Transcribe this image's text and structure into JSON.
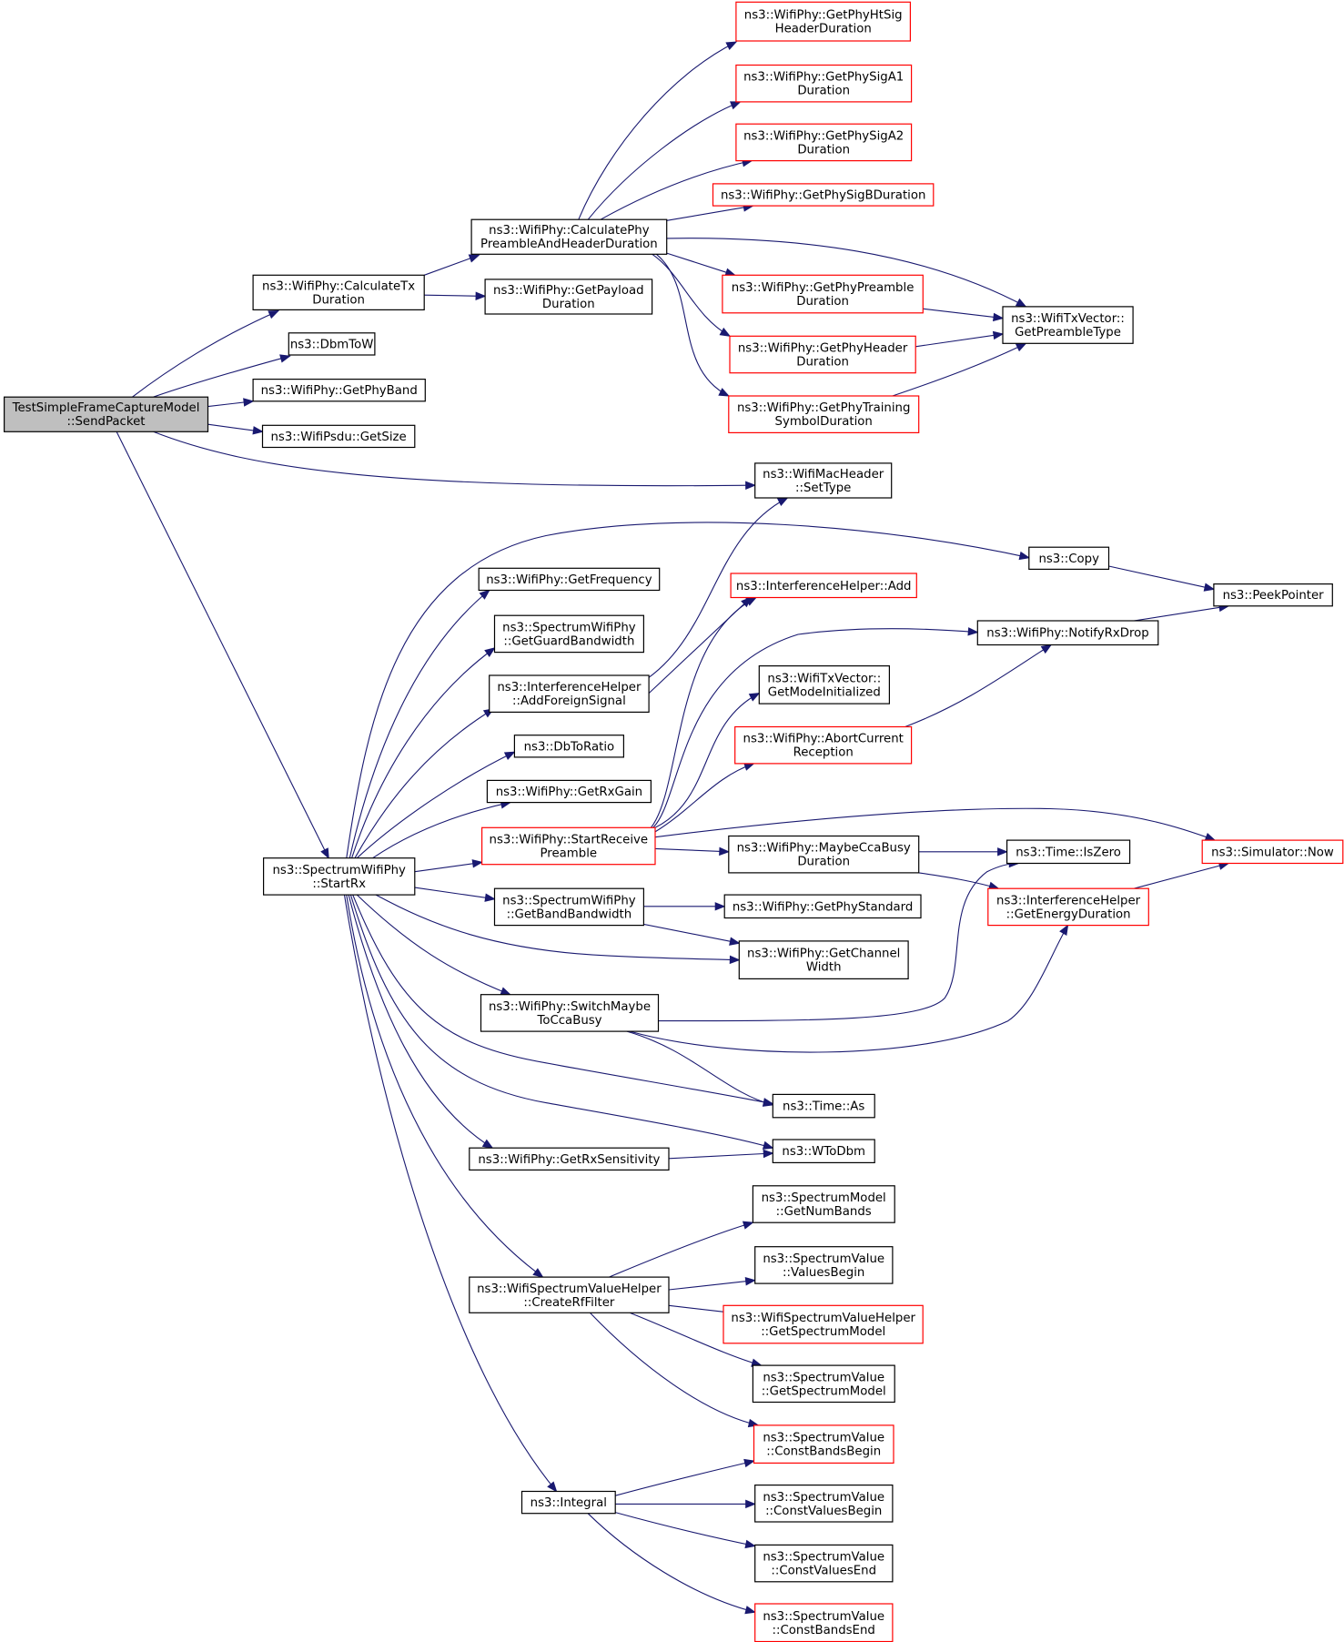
{
  "diagram": {
    "type": "call-graph",
    "nodes": [
      {
        "id": "root",
        "lines": [
          "TestSimpleFrameCaptureModel",
          "::SendPacket"
        ],
        "style": "root"
      },
      {
        "id": "calcTx",
        "lines": [
          "ns3::WifiPhy::CalculateTx",
          "Duration"
        ],
        "style": "normal"
      },
      {
        "id": "dbmToW",
        "lines": [
          "ns3::DbmToW"
        ],
        "style": "normal"
      },
      {
        "id": "getPhyBand",
        "lines": [
          "ns3::WifiPhy::GetPhyBand"
        ],
        "style": "normal"
      },
      {
        "id": "psduGetSize",
        "lines": [
          "ns3::WifiPsdu::GetSize"
        ],
        "style": "normal"
      },
      {
        "id": "startRx",
        "lines": [
          "ns3::SpectrumWifiPhy",
          "::StartRx"
        ],
        "style": "normal"
      },
      {
        "id": "calcPreamble",
        "lines": [
          "ns3::WifiPhy::CalculatePhy",
          "PreambleAndHeaderDuration"
        ],
        "style": "normal"
      },
      {
        "id": "getPayload",
        "lines": [
          "ns3::WifiPhy::GetPayload",
          "Duration"
        ],
        "style": "normal"
      },
      {
        "id": "htSig",
        "lines": [
          "ns3::WifiPhy::GetPhyHtSig",
          "HeaderDuration"
        ],
        "style": "red"
      },
      {
        "id": "sigA1",
        "lines": [
          "ns3::WifiPhy::GetPhySigA1",
          "Duration"
        ],
        "style": "red"
      },
      {
        "id": "sigA2",
        "lines": [
          "ns3::WifiPhy::GetPhySigA2",
          "Duration"
        ],
        "style": "red"
      },
      {
        "id": "sigB",
        "lines": [
          "ns3::WifiPhy::GetPhySigBDuration"
        ],
        "style": "red"
      },
      {
        "id": "phyPreamble",
        "lines": [
          "ns3::WifiPhy::GetPhyPreamble",
          "Duration"
        ],
        "style": "red"
      },
      {
        "id": "phyHeader",
        "lines": [
          "ns3::WifiPhy::GetPhyHeader",
          "Duration"
        ],
        "style": "red"
      },
      {
        "id": "phyTraining",
        "lines": [
          "ns3::WifiPhy::GetPhyTraining",
          "SymbolDuration"
        ],
        "style": "red"
      },
      {
        "id": "preambleType",
        "lines": [
          "ns3::WifiTxVector::",
          "GetPreambleType"
        ],
        "style": "normal"
      },
      {
        "id": "setType",
        "lines": [
          "ns3::WifiMacHeader",
          "::SetType"
        ],
        "style": "normal"
      },
      {
        "id": "getFrequency",
        "lines": [
          "ns3::WifiPhy::GetFrequency"
        ],
        "style": "normal"
      },
      {
        "id": "guardBw",
        "lines": [
          "ns3::SpectrumWifiPhy",
          "::GetGuardBandwidth"
        ],
        "style": "normal"
      },
      {
        "id": "addForeign",
        "lines": [
          "ns3::InterferenceHelper",
          "::AddForeignSignal"
        ],
        "style": "normal"
      },
      {
        "id": "dbToRatio",
        "lines": [
          "ns3::DbToRatio"
        ],
        "style": "normal"
      },
      {
        "id": "rxGain",
        "lines": [
          "ns3::WifiPhy::GetRxGain"
        ],
        "style": "normal"
      },
      {
        "id": "startReceive",
        "lines": [
          "ns3::WifiPhy::StartReceive",
          "Preamble"
        ],
        "style": "red"
      },
      {
        "id": "bandBw",
        "lines": [
          "ns3::SpectrumWifiPhy",
          "::GetBandBandwidth"
        ],
        "style": "normal"
      },
      {
        "id": "switchCca",
        "lines": [
          "ns3::WifiPhy::SwitchMaybe",
          "ToCcaBusy"
        ],
        "style": "normal"
      },
      {
        "id": "rxSens",
        "lines": [
          "ns3::WifiPhy::GetRxSensitivity"
        ],
        "style": "normal"
      },
      {
        "id": "createRf",
        "lines": [
          "ns3::WifiSpectrumValueHelper",
          "::CreateRfFilter"
        ],
        "style": "normal"
      },
      {
        "id": "integral",
        "lines": [
          "ns3::Integral"
        ],
        "style": "normal"
      },
      {
        "id": "copy",
        "lines": [
          "ns3::Copy"
        ],
        "style": "normal"
      },
      {
        "id": "peek",
        "lines": [
          "ns3::PeekPointer"
        ],
        "style": "normal"
      },
      {
        "id": "ihAdd",
        "lines": [
          "ns3::InterferenceHelper::Add"
        ],
        "style": "red"
      },
      {
        "id": "notifyRxDrop",
        "lines": [
          "ns3::WifiPhy::NotifyRxDrop"
        ],
        "style": "normal"
      },
      {
        "id": "modeInit",
        "lines": [
          "ns3::WifiTxVector::",
          "GetModeInitialized"
        ],
        "style": "normal"
      },
      {
        "id": "abortRx",
        "lines": [
          "ns3::WifiPhy::AbortCurrent",
          "Reception"
        ],
        "style": "red"
      },
      {
        "id": "maybeCca",
        "lines": [
          "ns3::WifiPhy::MaybeCcaBusy",
          "Duration"
        ],
        "style": "normal"
      },
      {
        "id": "isZero",
        "lines": [
          "ns3::Time::IsZero"
        ],
        "style": "normal"
      },
      {
        "id": "simNow",
        "lines": [
          "ns3::Simulator::Now"
        ],
        "style": "red"
      },
      {
        "id": "energyDur",
        "lines": [
          "ns3::InterferenceHelper",
          "::GetEnergyDuration"
        ],
        "style": "red"
      },
      {
        "id": "phyStandard",
        "lines": [
          "ns3::WifiPhy::GetPhyStandard"
        ],
        "style": "normal"
      },
      {
        "id": "channelWidth",
        "lines": [
          "ns3::WifiPhy::GetChannel",
          "Width"
        ],
        "style": "normal"
      },
      {
        "id": "timeAs",
        "lines": [
          "ns3::Time::As"
        ],
        "style": "normal"
      },
      {
        "id": "wToDbm",
        "lines": [
          "ns3::WToDbm"
        ],
        "style": "normal"
      },
      {
        "id": "numBands",
        "lines": [
          "ns3::SpectrumModel",
          "::GetNumBands"
        ],
        "style": "normal"
      },
      {
        "id": "valuesBegin",
        "lines": [
          "ns3::SpectrumValue",
          "::ValuesBegin"
        ],
        "style": "normal"
      },
      {
        "id": "wsvhModel",
        "lines": [
          "ns3::WifiSpectrumValueHelper",
          "::GetSpectrumModel"
        ],
        "style": "red"
      },
      {
        "id": "svModel",
        "lines": [
          "ns3::SpectrumValue",
          "::GetSpectrumModel"
        ],
        "style": "normal"
      },
      {
        "id": "constBandsBegin",
        "lines": [
          "ns3::SpectrumValue",
          "::ConstBandsBegin"
        ],
        "style": "red"
      },
      {
        "id": "constValuesBegin",
        "lines": [
          "ns3::SpectrumValue",
          "::ConstValuesBegin"
        ],
        "style": "normal"
      },
      {
        "id": "constValuesEnd",
        "lines": [
          "ns3::SpectrumValue",
          "::ConstValuesEnd"
        ],
        "style": "normal"
      },
      {
        "id": "constBandsEnd",
        "lines": [
          "ns3::SpectrumValue",
          "::ConstBandsEnd"
        ],
        "style": "red"
      }
    ],
    "edges": [
      [
        "root",
        "calcTx"
      ],
      [
        "root",
        "dbmToW"
      ],
      [
        "root",
        "getPhyBand"
      ],
      [
        "root",
        "psduGetSize"
      ],
      [
        "root",
        "setType"
      ],
      [
        "root",
        "startRx"
      ],
      [
        "calcTx",
        "calcPreamble"
      ],
      [
        "calcTx",
        "getPayload"
      ],
      [
        "calcPreamble",
        "htSig"
      ],
      [
        "calcPreamble",
        "sigA1"
      ],
      [
        "calcPreamble",
        "sigA2"
      ],
      [
        "calcPreamble",
        "sigB"
      ],
      [
        "calcPreamble",
        "preambleType"
      ],
      [
        "calcPreamble",
        "phyPreamble"
      ],
      [
        "calcPreamble",
        "phyHeader"
      ],
      [
        "calcPreamble",
        "phyTraining"
      ],
      [
        "phyPreamble",
        "preambleType"
      ],
      [
        "phyHeader",
        "preambleType"
      ],
      [
        "phyTraining",
        "preambleType"
      ],
      [
        "startRx",
        "copy"
      ],
      [
        "startRx",
        "getFrequency"
      ],
      [
        "startRx",
        "guardBw"
      ],
      [
        "startRx",
        "addForeign"
      ],
      [
        "startRx",
        "dbToRatio"
      ],
      [
        "startRx",
        "rxGain"
      ],
      [
        "startRx",
        "startReceive"
      ],
      [
        "startRx",
        "bandBw"
      ],
      [
        "startRx",
        "channelWidth"
      ],
      [
        "startRx",
        "switchCca"
      ],
      [
        "startRx",
        "timeAs"
      ],
      [
        "startRx",
        "wToDbm"
      ],
      [
        "startRx",
        "rxSens"
      ],
      [
        "startRx",
        "createRf"
      ],
      [
        "startRx",
        "integral"
      ],
      [
        "addForeign",
        "setType"
      ],
      [
        "addForeign",
        "ihAdd"
      ],
      [
        "copy",
        "peek"
      ],
      [
        "notifyRxDrop",
        "peek"
      ],
      [
        "startReceive",
        "ihAdd"
      ],
      [
        "startReceive",
        "notifyRxDrop"
      ],
      [
        "startReceive",
        "modeInit"
      ],
      [
        "startReceive",
        "abortRx"
      ],
      [
        "startReceive",
        "simNow"
      ],
      [
        "startReceive",
        "maybeCca"
      ],
      [
        "abortRx",
        "notifyRxDrop"
      ],
      [
        "maybeCca",
        "isZero"
      ],
      [
        "maybeCca",
        "energyDur"
      ],
      [
        "energyDur",
        "simNow"
      ],
      [
        "bandBw",
        "phyStandard"
      ],
      [
        "bandBw",
        "channelWidth"
      ],
      [
        "switchCca",
        "isZero"
      ],
      [
        "switchCca",
        "energyDur"
      ],
      [
        "switchCca",
        "timeAs"
      ],
      [
        "rxSens",
        "wToDbm"
      ],
      [
        "createRf",
        "numBands"
      ],
      [
        "createRf",
        "valuesBegin"
      ],
      [
        "createRf",
        "wsvhModel"
      ],
      [
        "createRf",
        "svModel"
      ],
      [
        "createRf",
        "constBandsBegin"
      ],
      [
        "integral",
        "constBandsBegin"
      ],
      [
        "integral",
        "constValuesBegin"
      ],
      [
        "integral",
        "constValuesEnd"
      ],
      [
        "integral",
        "constBandsEnd"
      ]
    ]
  }
}
